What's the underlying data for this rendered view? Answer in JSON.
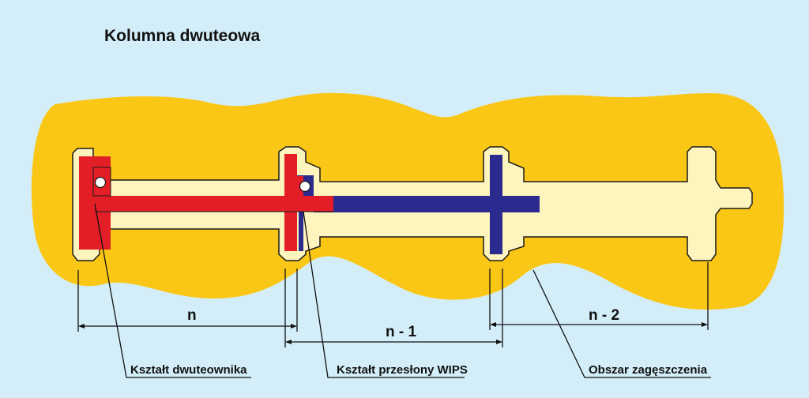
{
  "title": "Kolumna dwuteowa",
  "dimensions": {
    "n": "n",
    "n_minus_1": "n - 1",
    "n_minus_2": "n - 2"
  },
  "captions": {
    "shape_ibeam": "Kształt dwuteownika",
    "shape_wips": "Kształt przesłony WIPS",
    "compaction_area": "Obszar zagęszczenia"
  },
  "colors": {
    "background": "#d3eef8",
    "compaction_zone": "#fbc717",
    "outline_fill": "#fdf4be",
    "ibeam_red": "#e41e26",
    "wips_blue": "#2b2a8e",
    "lines": "#111111"
  }
}
